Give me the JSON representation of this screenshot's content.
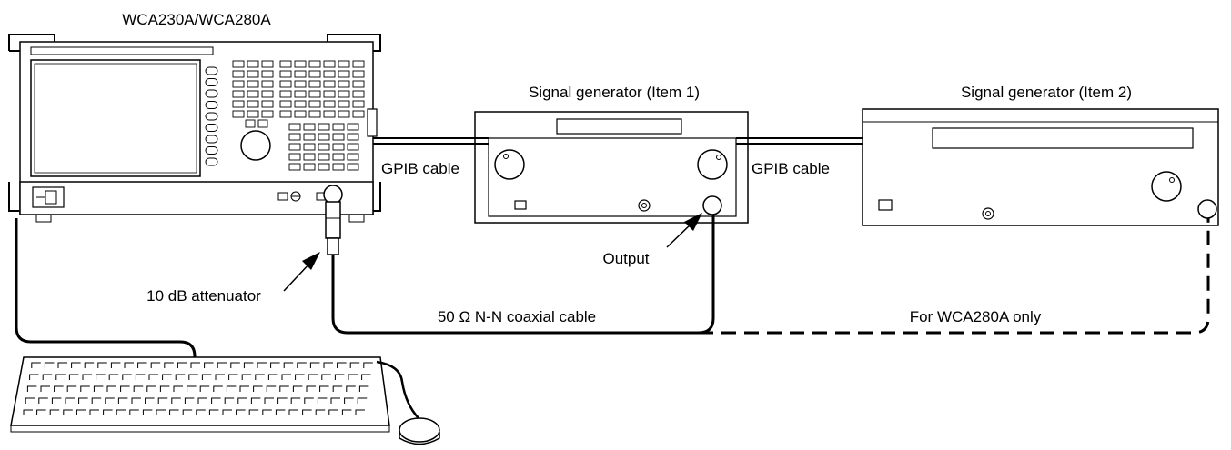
{
  "labels": {
    "analyzer": "WCA230A/WCA280A",
    "signal_gen_1": "Signal generator (Item 1)",
    "signal_gen_2": "Signal generator (Item 2)",
    "gpib_cable_1": "GPIB cable",
    "gpib_cable_2": "GPIB cable",
    "output": "Output",
    "attenuator": "10 dB attenuator",
    "coax_cable": "50 Ω N-N coaxial cable",
    "wca280a_only": "For WCA280A only"
  }
}
